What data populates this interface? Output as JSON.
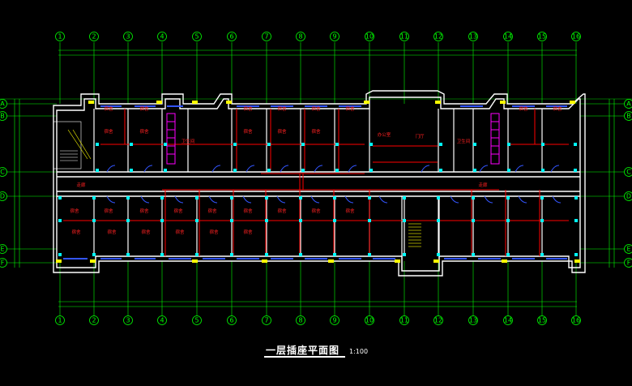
{
  "drawing": {
    "title": "一层插座平面图",
    "scale": "1:100"
  },
  "axes": {
    "horizontal": [
      "1",
      "2",
      "3",
      "4",
      "5",
      "6",
      "7",
      "8",
      "9",
      "10",
      "11",
      "12",
      "13",
      "14",
      "15",
      "16"
    ],
    "vertical": [
      "A",
      "B",
      "C",
      "D",
      "E",
      "F"
    ]
  },
  "rooms": {
    "top": [
      "宿舍",
      "宿舍",
      "宿舍",
      "宿舍",
      "宿舍",
      "宿舍",
      "宿舍",
      "宿舍",
      "宿舍",
      "宿舍",
      "宿舍",
      "宿舍",
      "宿舍"
    ],
    "bottom": [
      "宿舍",
      "宿舍",
      "宿舍",
      "宿舍",
      "宿舍",
      "宿舍",
      "宿舍",
      "宿舍",
      "宿舍",
      "宿舍",
      "宿舍",
      "宿舍",
      "宿舍",
      "宿舍",
      "宿舍"
    ],
    "corridor_left": "走廊",
    "corridor_right": "走廊",
    "washroom": "卫生间",
    "office": "办公室",
    "hall": "门厅"
  },
  "colors": {
    "wall": "#ffffff",
    "axis": "#00ff00",
    "wiring": "#ff0000",
    "socket": "#00ffff",
    "window": "#0000ff",
    "column": "#ffff00",
    "fixture": "#ff00ff"
  }
}
